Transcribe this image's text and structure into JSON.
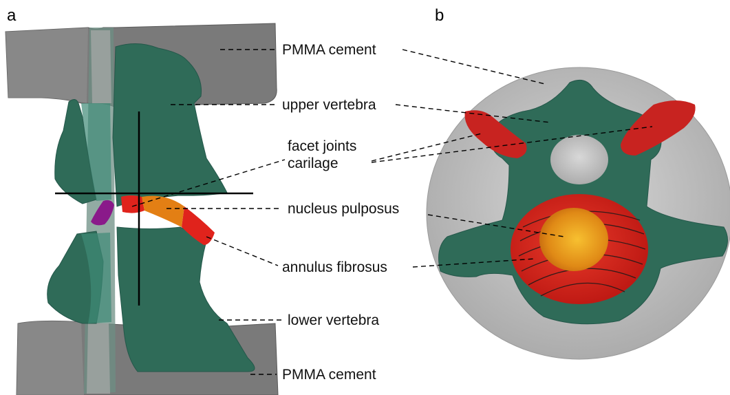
{
  "panels": {
    "a": "a",
    "b": "b"
  },
  "labels": {
    "pmma_top": "PMMA cement",
    "upper_vertebra": "upper vertebra",
    "facet_line1": "facet joints",
    "facet_line2": "carilage",
    "nucleus": "nucleus pulposus",
    "annulus": "annulus fibrosus",
    "lower_vertebra": "lower vertebra",
    "pmma_bottom": "PMMA cement"
  },
  "colors": {
    "pmma_cement": "#7a7a7a",
    "vertebra": "#2f6b58",
    "nucleus_pulposus": "#e8901a",
    "annulus_fibrosus": "#d8251e",
    "facet_cartilage": "#8a1a8a",
    "top_view_cement": "#c4c4c4"
  }
}
